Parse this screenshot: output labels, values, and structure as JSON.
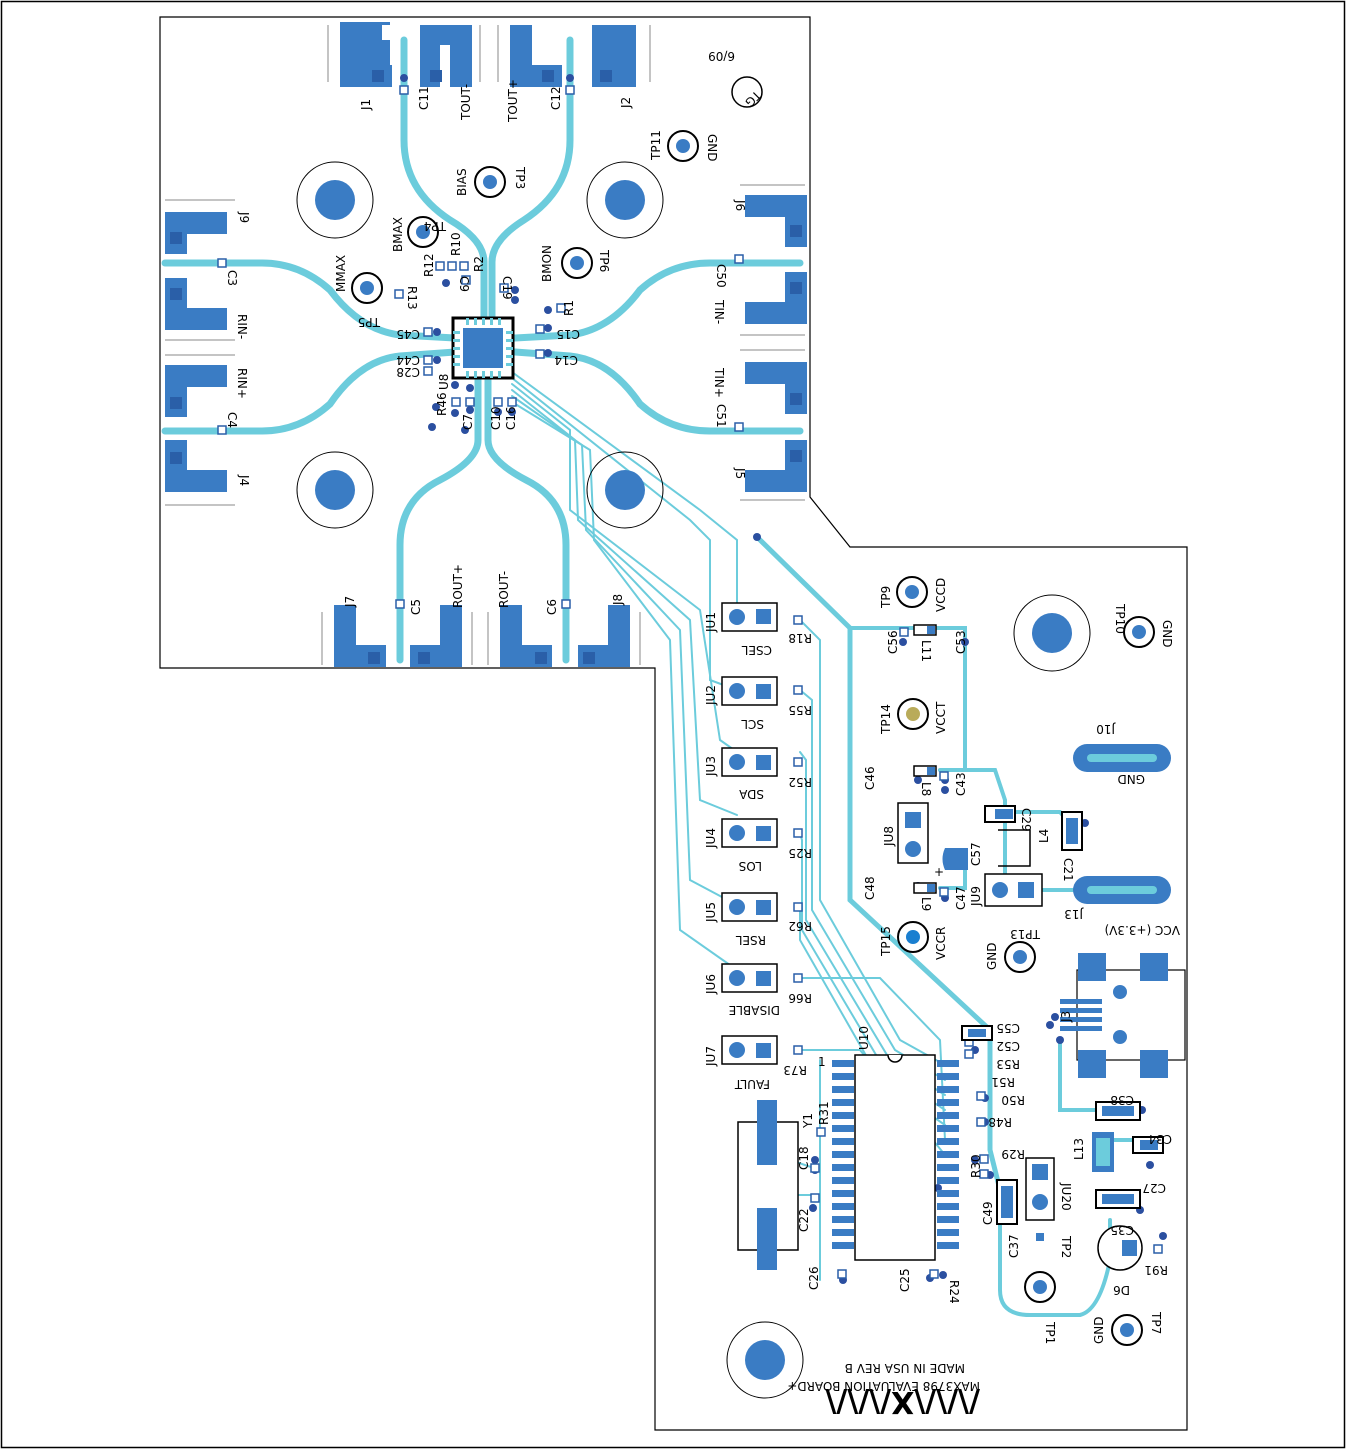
{
  "colors": {
    "trace": "#6cccdc",
    "copper": "#3a7cc4",
    "copper_dark": "#2a5fa8",
    "via": "#2b4fa0",
    "outline": "#000000",
    "tp_yellow": "#b9ab5a",
    "tp_blue": "#1a7fd0"
  },
  "labels": {
    "j1": "J1",
    "c11": "C11",
    "tout_n": "TOUT-",
    "tout_p": "TOUT+",
    "c12": "C12",
    "j2": "J2",
    "date": "6/09",
    "tg": "TG",
    "tp11": "TP11",
    "gnd1": "GND",
    "bias": "BIAS",
    "tp3": "TP3",
    "bmax": "BMAX",
    "tp4": "TP4",
    "r12": "R12",
    "r10": "R10",
    "r2": "R2",
    "c9": "C9",
    "c19": "C19",
    "bmon": "BMON",
    "tp6": "TP6",
    "r1": "R1",
    "j9": "J9",
    "c3": "C3",
    "rin_n": "RIN-",
    "rin_p": "RIN+",
    "c4": "C4",
    "j4": "J4",
    "mmax": "MMAX",
    "tp5": "TP5",
    "r13": "R13",
    "c45": "C45",
    "c44": "C44",
    "c28": "C28",
    "u8": "U8",
    "r46": "R46",
    "c7": "C7",
    "c10": "C10",
    "c16": "C16",
    "c15": "C15",
    "c14": "C14",
    "j6": "J6",
    "c50": "C50",
    "tin_n": "TIN-",
    "tin_p": "TIN+",
    "c51": "C51",
    "j5": "J5",
    "j7": "J7",
    "c5": "C5",
    "rout_p": "ROUT+",
    "rout_n": "ROUT-",
    "c6": "C6",
    "j8": "J8",
    "tp9": "TP9",
    "vccd": "VCCD",
    "c56": "C56",
    "l11": "L11",
    "c53": "C53",
    "tp10": "TP10",
    "gnd2": "GND",
    "tp14": "TP14",
    "vcct": "VCCT",
    "j10": "J10",
    "gnd3": "GND",
    "c46": "C46",
    "l8": "L8",
    "c43": "C43",
    "c29": "C29",
    "l4": "L4",
    "c21": "C21",
    "ju8": "JU8",
    "c57": "C57",
    "plus": "+",
    "c48": "C48",
    "l9": "L9",
    "c47": "C47",
    "ju9": "JU9",
    "j13": "J13",
    "vcc33": "VCC (+3.3V)",
    "tp15": "TP15",
    "vccr": "VCCR",
    "gnd4": "GND",
    "tp13": "TP13",
    "ju1": "JU1",
    "csel": "CSEL",
    "r18": "R18",
    "ju2": "JU2",
    "scl": "SCL",
    "r55": "R55",
    "ju3": "JU3",
    "sda": "SDA",
    "r52": "R52",
    "ju4": "JU4",
    "los": "LOS",
    "r25": "R25",
    "ju5": "JU5",
    "rsel": "RSEL",
    "r62": "R62",
    "ju6": "JU6",
    "disable": "DISABLE",
    "r66": "R66",
    "ju7": "JU7",
    "fault": "FAULT",
    "r73": "R73",
    "u10": "U10",
    "pin1": "1",
    "c55": "C55",
    "c52": "C52",
    "r53": "R53",
    "r51": "R51",
    "r50": "R50",
    "r48": "R48",
    "r29": "R29",
    "r30": "R30",
    "c49": "C49",
    "c37": "C37",
    "ju20": "JU20",
    "tp2": "TP2",
    "j3": "J3",
    "c38": "C38",
    "c34": "C34",
    "l13": "L13",
    "c27": "C27",
    "c35": "C35",
    "r91": "R91",
    "d6": "D6",
    "tp1": "TP1",
    "gnd5": "GND",
    "tp7": "TP7",
    "y1": "Y1",
    "r31": "R31",
    "c18": "C18",
    "c22": "C22",
    "c26": "C26",
    "c25": "C25",
    "r24": "R24",
    "silk_line1": "MAX3798 EVALUATION BOARD+",
    "silk_line2": "MADE IN USA   REV B",
    "logo": "/\\/\\/\\X/\\/\\/\\"
  }
}
